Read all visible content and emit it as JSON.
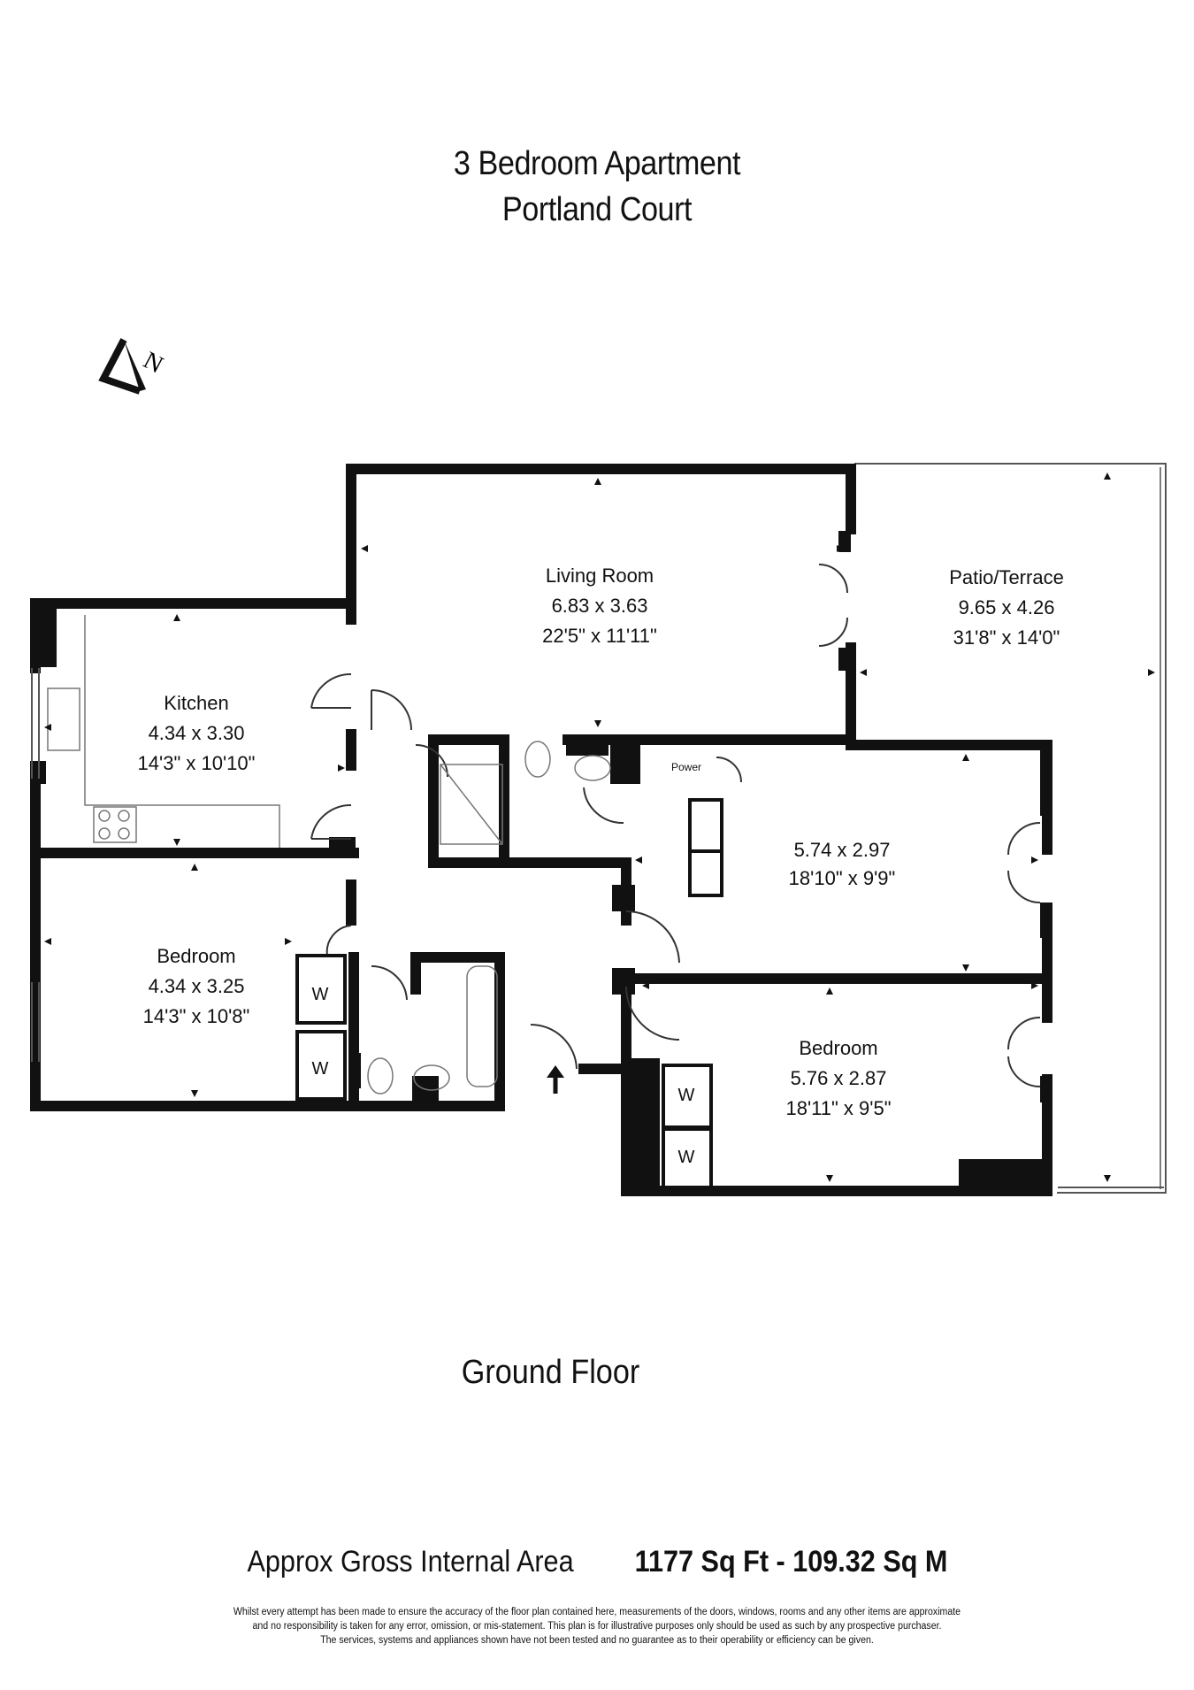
{
  "header": {
    "title": "3 Bedroom Apartment",
    "subtitle": "Portland Court"
  },
  "compass": {
    "letter": "N",
    "icon": "north-arrow-icon"
  },
  "rooms": {
    "living": {
      "name": "Living Room",
      "metric": "6.83 x 3.63",
      "imperial": "22'5\" x 11'11\""
    },
    "patio": {
      "name": "Patio/Terrace",
      "metric": "9.65 x 4.26",
      "imperial": "31'8\" x 14'0\""
    },
    "kitchen": {
      "name": "Kitchen",
      "metric": "4.34 x 3.30",
      "imperial": "14'3\" x 10'10\""
    },
    "bedroom_main": {
      "name": "",
      "metric": "5.74 x 2.97",
      "imperial": "18'10\" x 9'9\""
    },
    "bedroom_left": {
      "name": "Bedroom",
      "metric": "4.34 x 3.25",
      "imperial": "14'3\" x 10'8\""
    },
    "bedroom_right": {
      "name": "Bedroom",
      "metric": "5.76 x 2.87",
      "imperial": "18'11\" x 9'5\""
    }
  },
  "labels": {
    "power": "Power",
    "wardrobe": "W"
  },
  "floor_label": "Ground Floor",
  "area": {
    "label": "Approx Gross Internal Area",
    "value": "1177 Sq Ft - 109.32 Sq M"
  },
  "disclaimer": {
    "line1": "Whilst every attempt has been made to ensure the accuracy of the floor plan contained here, measurements of the doors, windows, rooms and any other items are approximate",
    "line2": "and no responsibility is taken for any error, omission, or mis-statement. This plan is for illustrative purposes only should be used as such by any prospective purchaser.",
    "line3": "The services, systems and appliances shown have not been tested and no guarantee as to their operability or efficiency can be given."
  }
}
